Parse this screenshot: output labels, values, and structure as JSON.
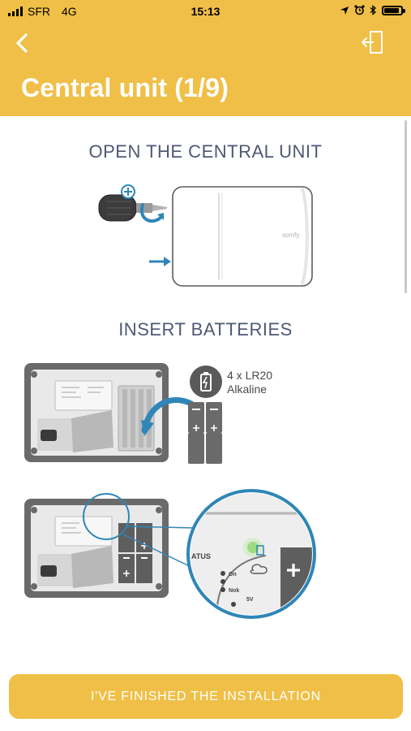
{
  "status_bar": {
    "carrier": "SFR",
    "network": "4G",
    "time": "15:13"
  },
  "header": {
    "title": "Central unit (1/9)"
  },
  "steps": {
    "open_heading": "OPEN THE CENTRAL UNIT",
    "insert_heading": "INSERT BATTERIES",
    "battery_count": "4 x LR20",
    "battery_type": "Alkaline",
    "device_brand": "somfy",
    "led_labels": [
      "On",
      "Nok"
    ],
    "status_label": "ATUS",
    "voltage_label": "5V"
  },
  "footer": {
    "finish_label": "I'VE FINISHED THE INSTALLATION"
  },
  "colors": {
    "accent": "#f0bf47",
    "heading": "#4f5874",
    "arrow": "#2f86b7"
  }
}
